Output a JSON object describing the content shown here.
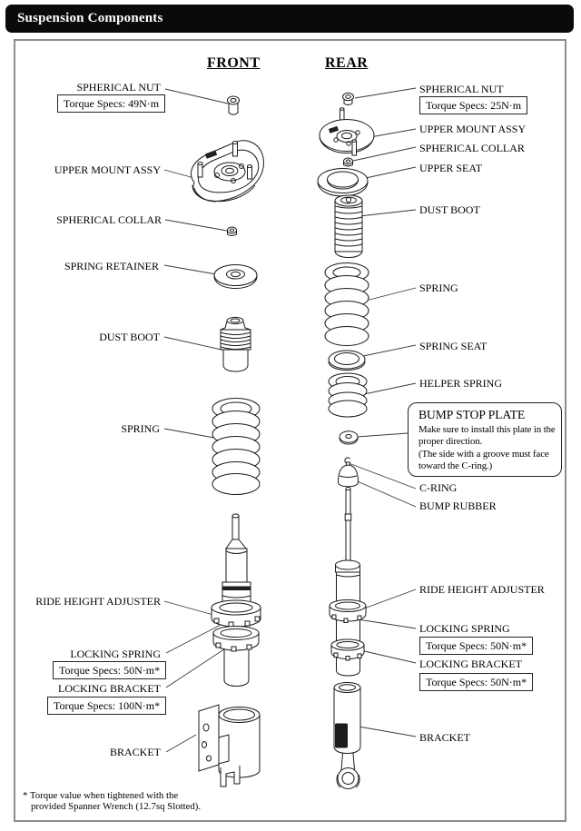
{
  "header": {
    "title": "Suspension Components"
  },
  "diagram": {
    "front_heading": "FRONT",
    "rear_heading": "REAR",
    "front": {
      "spherical_nut_label": "SPHERICAL NUT",
      "spherical_nut_torque": "Torque Specs: 49N·m",
      "upper_mount_label": "UPPER MOUNT ASSY",
      "spherical_collar_label": "SPHERICAL COLLAR",
      "spring_retainer_label": "SPRING RETAINER",
      "dust_boot_label": "DUST BOOT",
      "spring_label": "SPRING",
      "ride_height_adjuster_label": "RIDE HEIGHT ADJUSTER",
      "locking_spring_label": "LOCKING SPRING",
      "locking_spring_torque": "Torque Specs: 50N·m*",
      "locking_bracket_label": "LOCKING BRACKET",
      "locking_bracket_torque": "Torque Specs: 100N·m*",
      "bracket_label": "BRACKET"
    },
    "rear": {
      "spherical_nut_label": "SPHERICAL NUT",
      "spherical_nut_torque": "Torque Specs: 25N·m",
      "upper_mount_label": "UPPER MOUNT ASSY",
      "spherical_collar_label": "SPHERICAL COLLAR",
      "upper_seat_label": "UPPER SEAT",
      "dust_boot_label": "DUST BOOT",
      "spring_label": "SPRING",
      "spring_seat_label": "SPRING SEAT",
      "helper_spring_label": "HELPER SPRING",
      "bump_stop": {
        "title": "BUMP STOP PLATE",
        "line1": "Make sure to install this plate in the",
        "line2": "proper direction.",
        "line3": "(The side with a groove must face",
        "line4": "toward the C-ring.)"
      },
      "c_ring_label": "C-RING",
      "bump_rubber_label": "BUMP RUBBER",
      "ride_height_adjuster_label": "RIDE HEIGHT ADJUSTER",
      "locking_spring_label": "LOCKING SPRING",
      "locking_spring_torque": "Torque Specs: 50N·m*",
      "locking_bracket_label": "LOCKING BRACKET",
      "locking_bracket_torque": "Torque Specs: 50N·m*",
      "bracket_label": "BRACKET"
    },
    "footnote_line1": "* Torque value when tightened with the",
    "footnote_line2": "provided Spanner Wrench (12.7sq Slotted)."
  }
}
